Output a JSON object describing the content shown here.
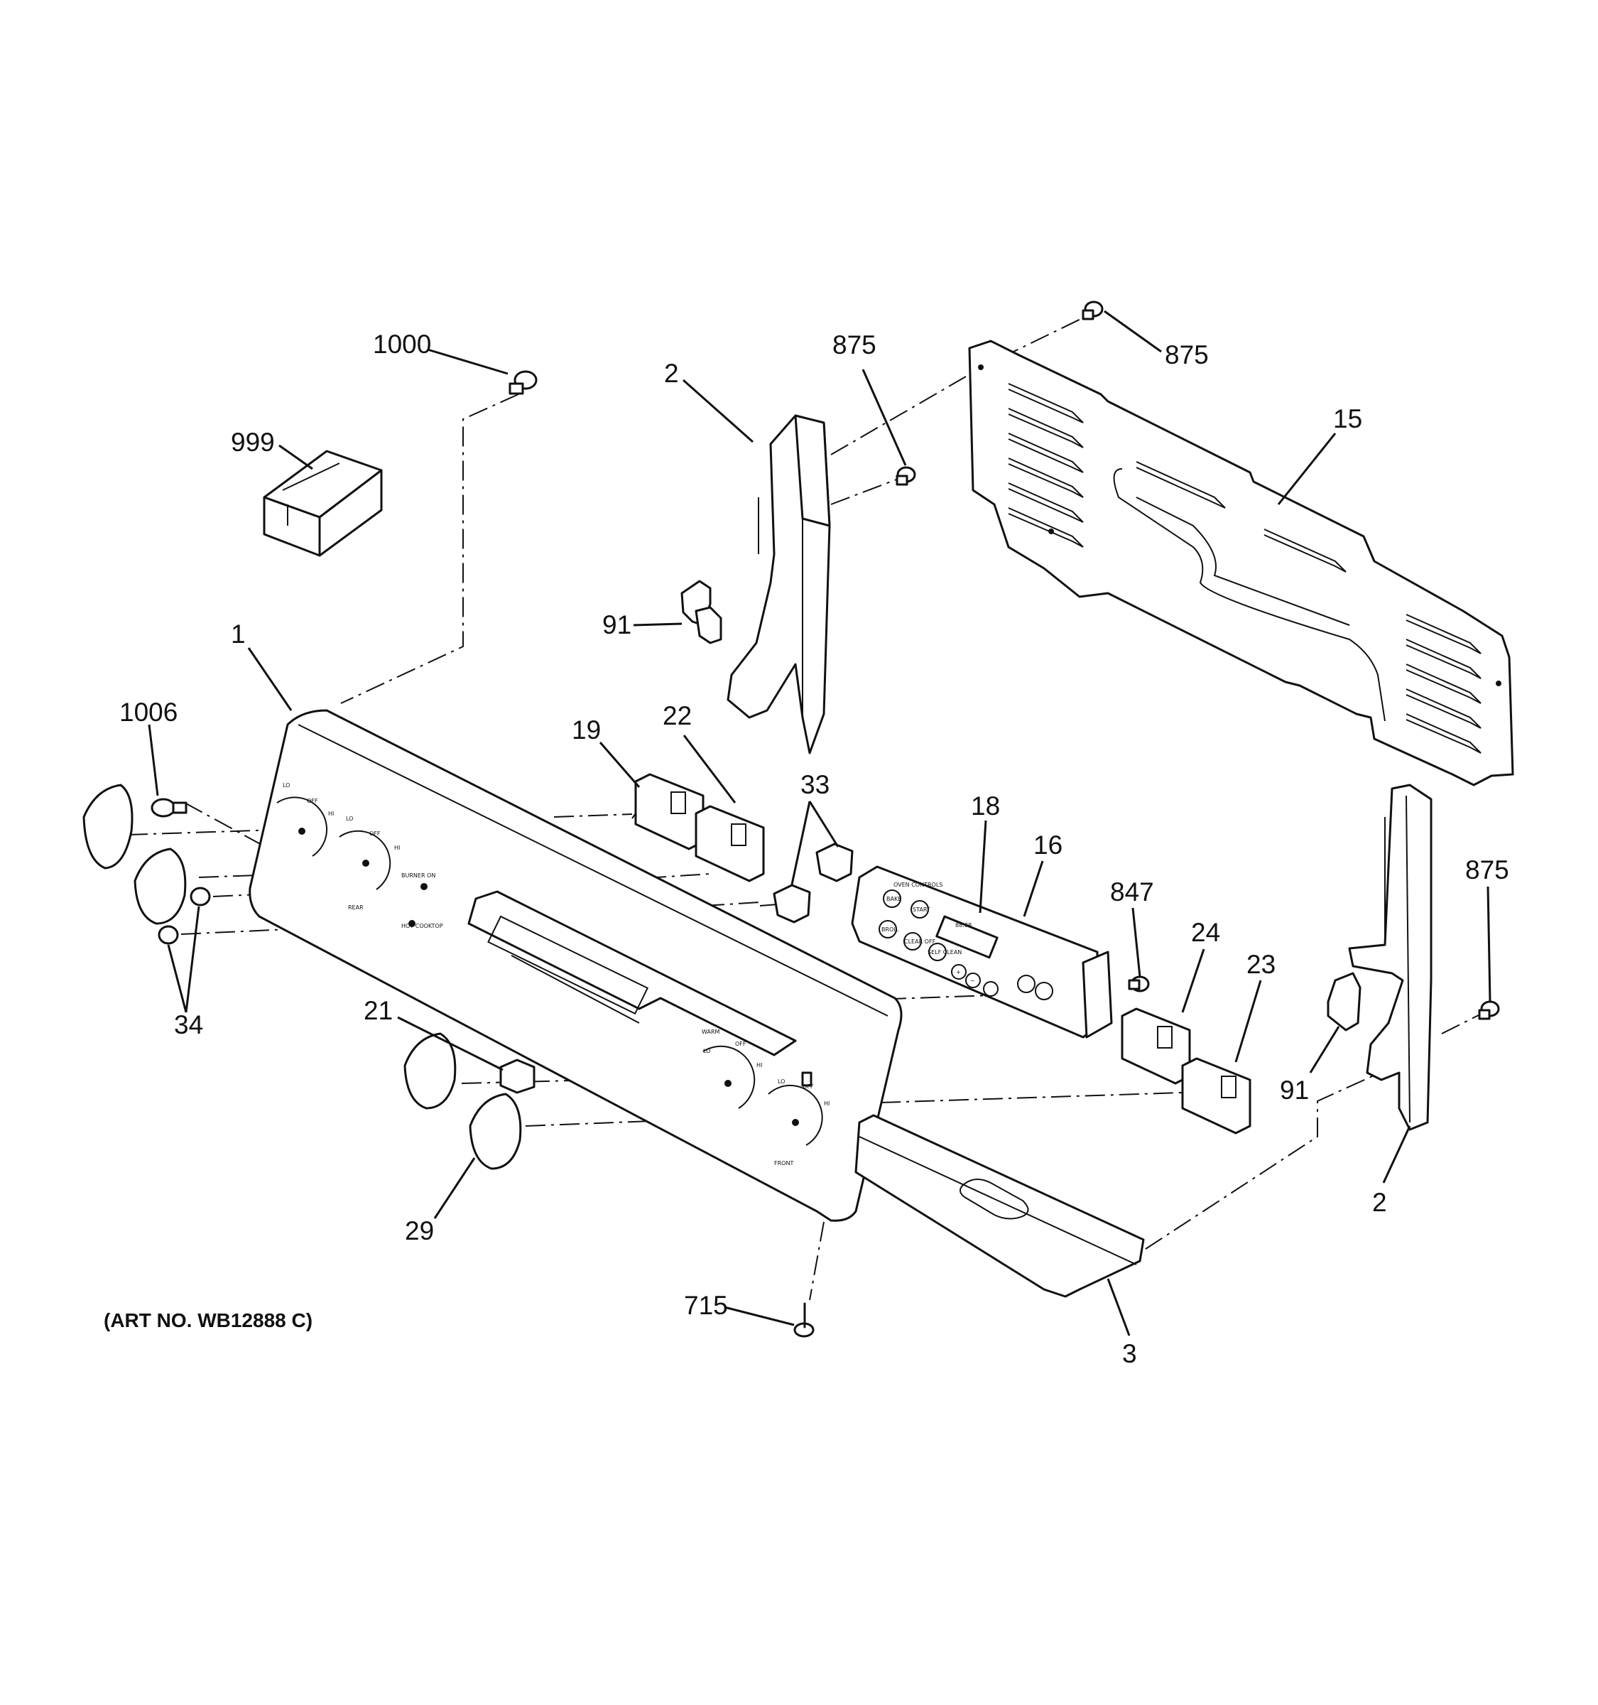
{
  "callouts": {
    "c1000": "1000",
    "c999": "999",
    "c2a": "2",
    "c875a": "875",
    "c875b": "875",
    "c15": "15",
    "c91a": "91",
    "c1": "1",
    "c1006": "1006",
    "c19": "19",
    "c22": "22",
    "c33": "33",
    "c18": "18",
    "c16": "16",
    "c847": "847",
    "c875c": "875",
    "c24": "24",
    "c23": "23",
    "c34": "34",
    "c21": "21",
    "c91b": "91",
    "c2b": "2",
    "c29": "29",
    "c715": "715",
    "c3": "3"
  },
  "art_number": "(ART NO. WB12888 C)",
  "panel_labels": {
    "lo": "LO",
    "off": "OFF",
    "hi": "HI",
    "rear": "REAR",
    "front": "FRONT",
    "warm": "WARM",
    "burner_on": "BURNER ON",
    "hot_cooktop": "HOT COOKTOP"
  },
  "control_labels": {
    "oven_controls": "OVEN CONTROLS",
    "bake": "BAKE",
    "start": "START",
    "broil": "BROIL",
    "clear_off": "CLEAR OFF",
    "self_clean": "SELF CLEAN",
    "plus": "+",
    "minus": "−",
    "display": "88:88"
  }
}
